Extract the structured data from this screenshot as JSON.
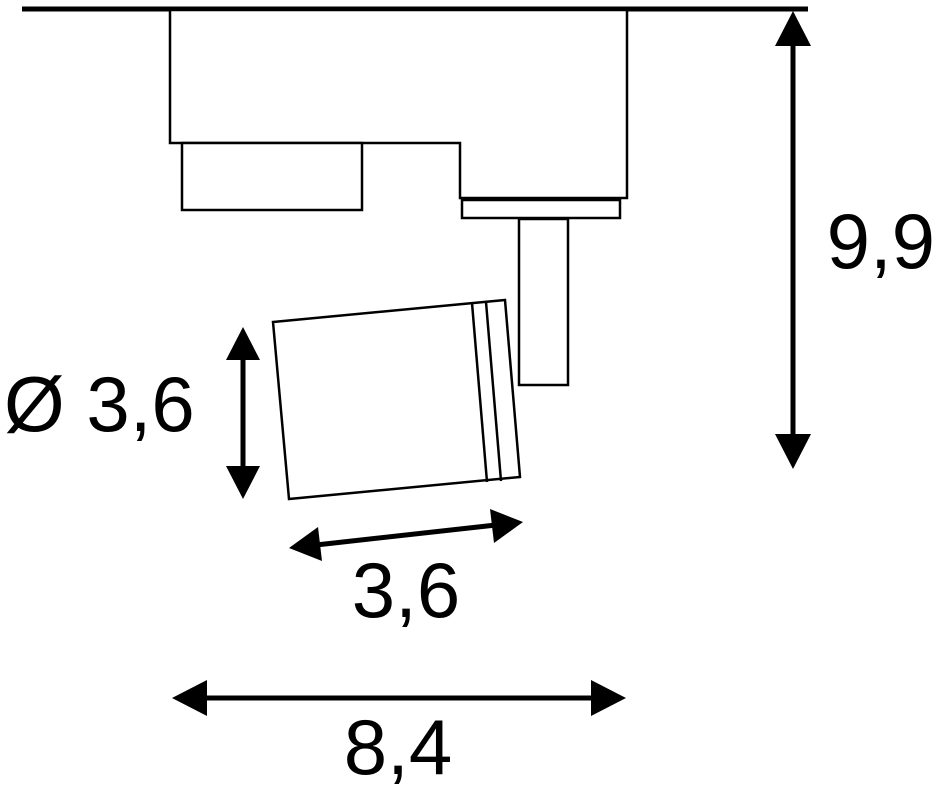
{
  "dimensions": {
    "height_label": "9,9",
    "head_diameter_label": "Ø 3,6",
    "head_length_label": "3,6",
    "total_width_label": "8,4"
  },
  "colors": {
    "line": "#000000",
    "background": "#ffffff"
  }
}
